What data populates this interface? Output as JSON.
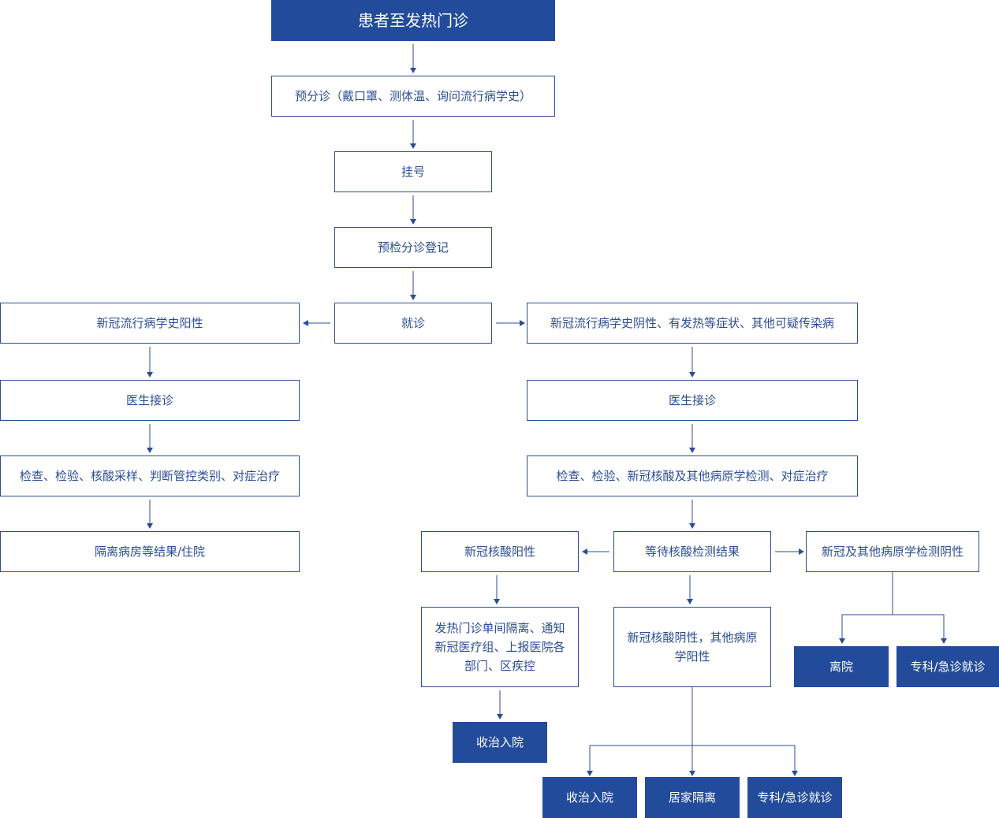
{
  "nodes": {
    "start": "患者至发热门诊",
    "pretriage": "预分诊（戴口罩、测体温、询问流行病学史）",
    "register": "挂号",
    "precheck": "预检分诊登记",
    "visit": "就诊",
    "left_positive": "新冠流行病学史阳性",
    "left_doctor": "医生接诊",
    "left_exam": "检查、检验、核酸采样、判断管控类别、对症治疗",
    "left_isolation": "隔离病房等结果/住院",
    "right_negative": "新冠流行病学史阴性、有发热等症状、其他可疑传染病",
    "right_doctor": "医生接诊",
    "right_exam": "检查、检验、新冠核酸及其他病原学检测、对症治疗",
    "wait_result": "等待核酸检测结果",
    "nucleic_positive": "新冠核酸阳性",
    "positive_action": "发热门诊单间隔离、通知新冠医疗组、上报医院各部门、区疾控",
    "positive_admit": "收治入院",
    "nucleic_negative_other_positive": "新冠核酸阴性，其他病原学阳性",
    "outcome_admit": "收治入院",
    "outcome_home": "居家隔离",
    "outcome_specialty_a": "专科/急诊就诊",
    "all_negative": "新冠及其他病原学检测阴性",
    "discharge": "离院",
    "outcome_specialty_b": "专科/急诊就诊"
  },
  "colors": {
    "primary": "#234b9b",
    "line": "#2b4d93",
    "background": "#ffffff"
  }
}
